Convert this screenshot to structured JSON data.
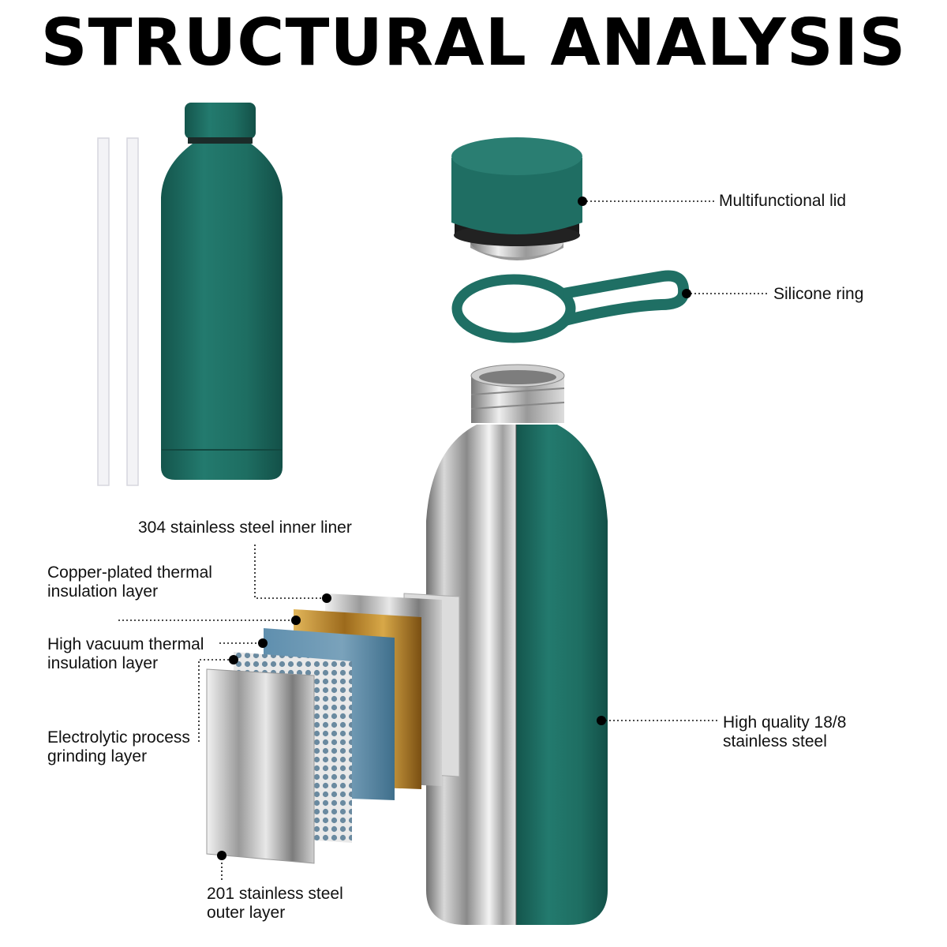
{
  "title": "STRUCTURAL ANALYSIS",
  "labels": {
    "lid": "Multifunctional lid",
    "ring": "Silicone ring",
    "inner_liner": "304 stainless steel inner liner",
    "copper_line1": "Copper-plated thermal",
    "copper_line2": "insulation layer",
    "vacuum_line1": "High vacuum thermal",
    "vacuum_line2": "insulation layer",
    "electrolytic_line1": "Electrolytic process",
    "electrolytic_line2": "grinding layer",
    "outer_line1": "201 stainless steel",
    "outer_line2": "outer layer",
    "steel_line1": "High quality 18/8",
    "steel_line2": "stainless steel"
  },
  "colors": {
    "bottle_green": "#1d6b60",
    "steel": "#c9c9c9",
    "copper": "#c9952f",
    "vacuum_blue": "#6c98b3"
  }
}
